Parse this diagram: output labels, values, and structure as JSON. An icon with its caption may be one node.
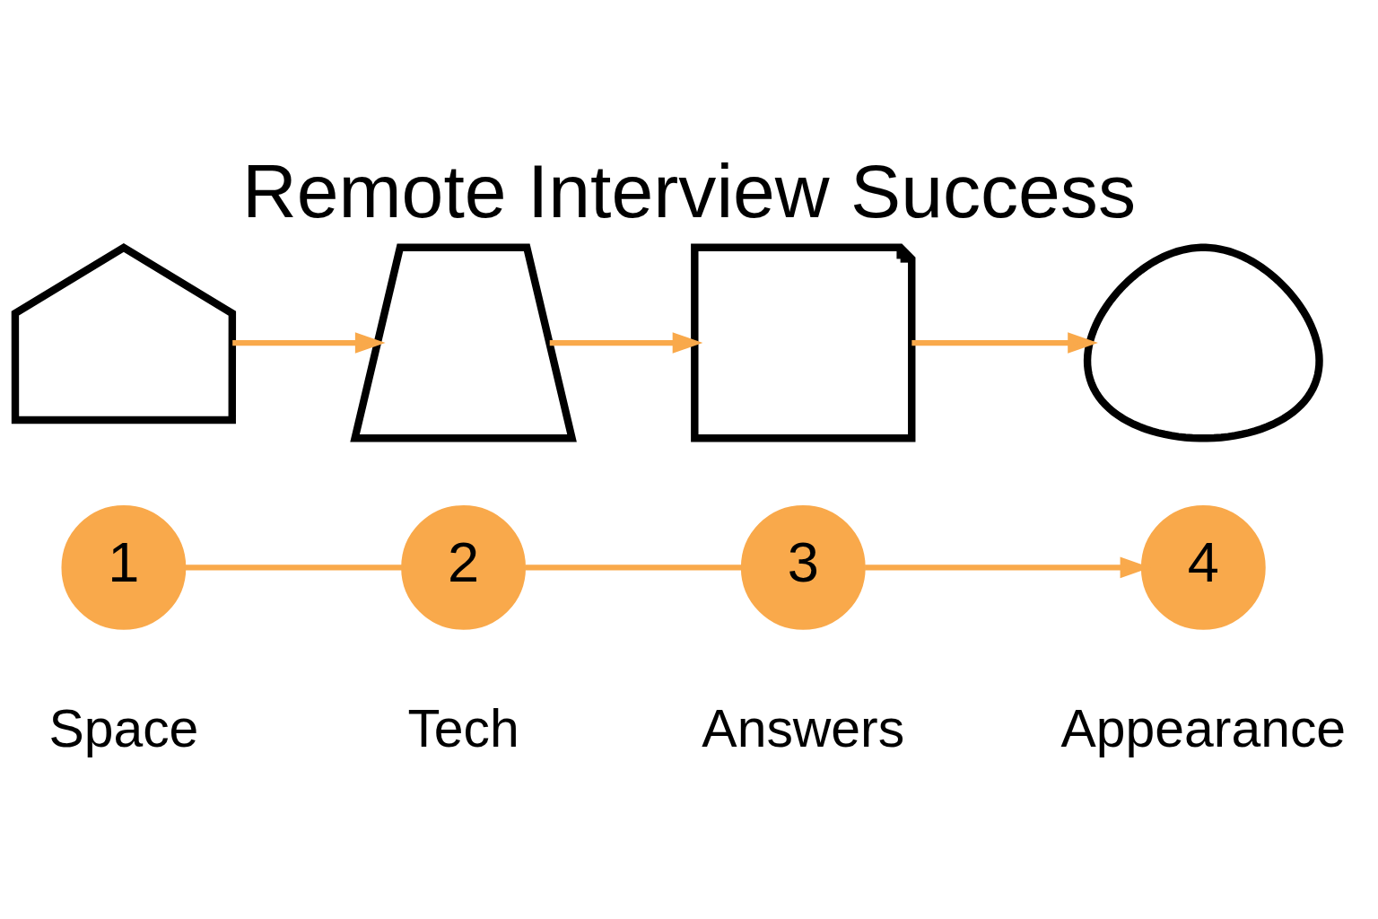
{
  "diagram": {
    "title": "Remote Interview Success",
    "nodes": [
      {
        "text": [],
        "shape": "chair"
      },
      {
        "text": [],
        "shape": "laptop"
      },
      {
        "text": [],
        "shape": "clipboard"
      },
      {
        "text": [],
        "shape": "person"
      },
      {
        "text": [
          "1"
        ],
        "beside": [
          "Space"
        ]
      },
      {
        "text": [
          "2"
        ],
        "beside": [
          "Tech"
        ]
      },
      {
        "text": [
          "3"
        ],
        "beside": [
          "Answers"
        ]
      },
      {
        "text": [
          "4"
        ],
        "beside": [
          "Appearance"
        ]
      }
    ],
    "edges": [
      {
        "from": 0,
        "to": 1,
        "arrow": "to"
      },
      {
        "from": 1,
        "to": 2,
        "arrow": "to"
      },
      {
        "from": 2,
        "to": 3,
        "arrow": "to"
      },
      {
        "from": 4,
        "to": 5,
        "arrow": "none"
      },
      {
        "from": 5,
        "to": 6,
        "arrow": "none"
      },
      {
        "from": 6,
        "to": 7,
        "arrow": "to"
      }
    ]
  }
}
